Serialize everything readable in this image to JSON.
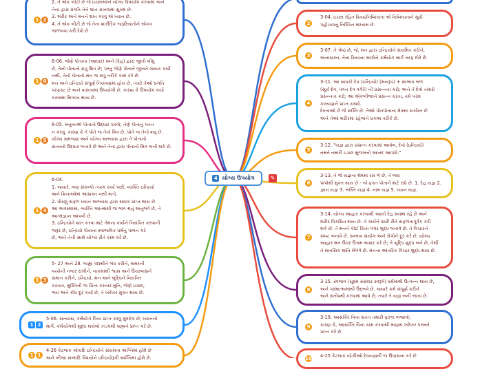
{
  "center": {
    "label": "યોગ્ય ઉપયોગ",
    "icon": "4"
  },
  "colors": {
    "blue": "#2e6fd1",
    "purple": "#7a1f7a",
    "pink": "#e62e83",
    "yellow": "#e6c21e",
    "green": "#6db33f",
    "lightblue": "#1e90ff",
    "orange": "#f39c12",
    "red": "#e74c3c",
    "cyan": "#1ba1e2",
    "magenta": "#c2185b"
  },
  "left_nodes": [
    {
      "text": "2. તે એક લીટી છે જે ઇચ્છાઓને યોગ્ય ઉપયોગ કરવામાં અને\nતેના દ્વારા પ્રગતિ તેને શાંત રાખવામાં સુખદ છે.\n3. શરીર અને મનને શાંત કરવું એ ધ્યાન છે.\n4. તે એક લીટી છે જે તેના શારીરિક જરૂરિયાતોને એકત્ર\nજાળવવા કરી દેશે છે.",
      "badges": [
        "1",
        "2"
      ]
    },
    {
      "text": "6-06. જેણે પોતાના (આધાર) સ્વને (દેહ) દ્વારા જીતી લીધું\nછે, તેનો પોતાનો શત્રુ મિત્ર છે; પરંતુ જેણે પોતાને જીતને લાયક કર્યો\nનથી, તેનો પોતાનો મન જ શત્રુ તરીકે કામ કરે છે.\nમન અને ઇન્દ્રિયો સંપૂર્ણ નિયંત્રણમાં હોય છે, ત્યારે તેઓ પ્રગતિ\nપરફક્ટ છે અને વાસ્તવમાં ઉપયોગી છે. કારણ કે ઉપયોગ કર્યા\nકરવામાં મિત્રવત થાય છે.",
      "badges": [
        "1",
        "0"
      ]
    },
    {
      "text": "6-05. મનુષ્યએ પોતાનો ઉદ્ધાર કરવો; તેણે પોતાનું પતન\nન કરવું. કારણ કે તે પોતે જ તેનો મિત્ર છે, પોતે જ તેનો શત્રુ છે.\nયોગ્ય સમજણ અને યોગ્ય અભ્યાસ દ્વારા તે પોતાનો\nસત્યનો ઉદ્ધાર બનાવે છે અને તેના દ્વારા પોતાનો મિત્ર બની શકે છે.",
      "badges": [
        "1",
        "5"
      ]
    },
    {
      "text": "6-04.\n1. જ્યારે, બધા સંકલ્પો ત્યાગ કર્યા પછી, વ્યક્તિ ઇન્દ્રિયો\nઅને ક્રિયાઓમાં આસક્ત નથી થતો.\n2. ધોરણું સફળ ધ્યાન અભ્યાસ દ્વારા સાધક પ્રાપ્ત થાય છે.\nઆ અવસ્થામાં, વ્યક્તિ આત્માથી જ ભાવ થતું અનુભવે છે, તે\nઆત્મજ્ઞાન આપવી છે.\n3. ઇન્દ્રિયોને શાંત કરવા માટે તેમના કાર્યને નિયંત્રિત કરવાની\nજરૂર છે, ઇન્દ્રિયો પોતાના સ્વાભાવિક ધર્મનું પાલન કરે\nછે, અને તેની સાથે યોગ્ય રીતે કામ કરે છે.",
      "badges": [
        "1",
        "4"
      ]
    },
    {
      "text": "5- 27 અને 28. બાહ્ય પદાર્થોને બંધ કરીને, ભ્રમરની\nવચ્ચેની નજર રાખીને, નાકમાંથી શ્વાસ અને ઉચ્છ્વાસને\nસમાન કરીને, ઇન્દ્રિયો, મન અને બુદ્ધિને નિયંત્રિત\nકરનાર, મુક્તિની જ ચિંતા કરનાર મુનિ, જેણે ઇચ્છા,\nભય અને ક્રોધ દૂર કર્યા છે, તે ખરેખર મુક્ત થાય છે.",
      "badges": [
        "1",
        "3"
      ]
    },
    {
      "text": "5-06. સંન્યાસ, કર્મયોગ વિના પ્રાપ્ત કરવું મુશ્કેલ છે; ધ્યાનનો\nમાર્ગ, કર્મયોગથી શુદ્ધ થયેલો ઝડપથી બ્રહ્મને પ્રાપ્ત કરે છે.",
      "badges": [
        "1",
        "2"
      ]
    },
    {
      "text": "4-26 કેટલાક શ્રોત્રાદિ ઇન્દ્રિયોને સંયમના અગ્નિમાં હોમે છે\nઅને બીજા શબ્દાદિ વિષયોને ઇન્દ્રિયોરૂપી અગ્નિમાં હોમે છે.",
      "badges": [
        "1",
        "1"
      ]
    }
  ],
  "right_nodes": [
    {
      "text": "3-04. ઇચ્છા રહિત ક્રિયા/નિષ્ક્રિયતા એ નિષ્ક્રિયતાને સુધી\nપહોંચવાનું નિશ્ચિત માધ્યમ છે.",
      "badges": [
        "2"
      ]
    },
    {
      "text": "3-07. તે શ્રેષ્ઠ છે, જે, મન દ્વારા ઇન્દ્રિયોને સંયમિત કરીને,\nઅનાસક્ત, તેના ક્રિયાના અંગોને કર્મયોગ માર્ગ તરફ દોરે છે.",
      "badges": [
        "3"
      ]
    },
    {
      "text": "3-11. આ સાધકો દેવ (ઇન્દ્રિયો) (મનરૂપ) + સ્વભાવ બળ\n(સૂર્ય દેવ, પવન દેવ વગેરે) ની પ્રસન્નતા કરો; અને તે દેવો તમારો\nપ્રસન્નતા કરો; આ એકબીજાને પ્રસન્ન કરતા, તમે પરમ\nકલ્યાણને પ્રાપ્ત કરશો.\n      દેવતાઓ છે જે શક્તિ છે. તેઓ પોતપોતાના ક્ષેત્રમાં કાર્યરત છે\nઅને તેઓ શરીરમાં રહેલાને પ્રકાશ તરીકે છે.",
      "badges": [
        "4"
      ]
    },
    {
      "text": "3-12. \"યજ્ઞ દ્વારા પ્રસન્ન કરવામાં આવેલ, દેવો (ઇન્દ્રિયો)\nતમને તમારી ઇચ્છા મુજબનો આનંદ આપશે.\"",
      "badges": [
        "5"
      ]
    },
    {
      "text": "3-13. તે જે યજ્ઞના શેષમાં રસ લે છે, તે બધા\nપાપોથી મુક્ત થાય છે - જે ફક્ત પોતાને માટે રાંધે છે. 1. દેહ યજ્ઞ 2.\nજ્ઞાન યજ્ઞ 3. ભક્તિ યજ્ઞ 4. નામ યજ્ઞ 5. ધ્યાન યજ્ઞ.",
      "badges": [
        "6"
      ]
    },
    {
      "text": "3-14. યોગ્ય આહાર કરવાથી આખો દેહ સ્વસ્થ રહે છે અને\nશરીર વિકસિત થાય છે. તે કાર્યને સારી રીતે સફળતાપૂર્વક કરી\nશકે છે. તે મનને કોઈ ચિંતા વગર શુદ્ધ બનાવે છે. તે વિચારને\nસ્પષ્ટ બનાવે છે. સ્વભાવ સંયોગ અને રોગોને દૂર કરે છે. યોગ્ય\nઆહાર મન ઉપર ઉત્તમ અસર કરે છે; તે બુદ્ધિ શુદ્ધ બને છે, તેથી\nતે માનસિક શાંતિ મેળવે છે. મનના આંતરિક વિચાર શુદ્ધ થાય છે.",
      "badges": [
        "7"
      ]
    },
    {
      "text": "3-15. સ્વભાવ (સૂક્ષ્મ સંસ્કાર સ્વરૂપે) ધર્મમાંથી ઉત્પન્ન થાય છે,\nઅને પરમાત્મામાંથી ઉદ્ભવે છે. જ્યારે કર્મ સંપૂર્ણ કરીને\nઅને સંતોષથી કરવામાં આવે છે, ત્યારે તે યજ્ઞ બની જાય છે.",
      "badges": [
        "8"
      ]
    },
    {
      "text": "3-19. આસક્તિ વિના સતત તમારી ફરજ બજાવો;\nકારણ કે, આસક્તિ વિના કામ કરવાથી માણસ ખરેખર પરમને\nપ્રાપ્ત કરે છે.",
      "badges": [
        "9"
      ]
    },
    {
      "text": "4-25 કેટલાક યોગીઓ દેવયજ્ઞની જ ઉપાસના કરે છે",
      "badges": [
        "10"
      ]
    }
  ]
}
